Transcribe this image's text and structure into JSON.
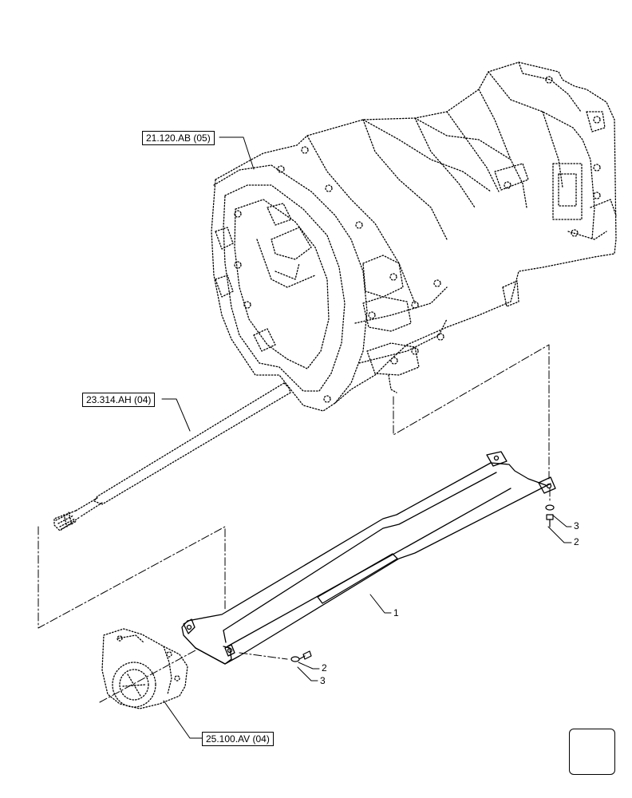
{
  "references": {
    "transmission_housing": "21.120.AB (05)",
    "pto_shaft": "23.314.AH (04)",
    "rear_housing": "25.100.AV (04)"
  },
  "callouts": {
    "guard": "1",
    "screw_right": "2",
    "washer_right": "3",
    "screw_left": "2",
    "washer_left": "3"
  },
  "icons": {
    "nav": "arrow-left-down-icon"
  }
}
